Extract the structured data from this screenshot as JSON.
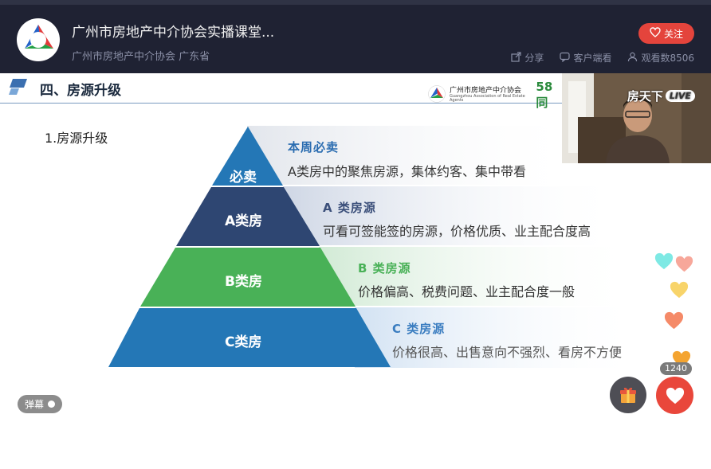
{
  "header": {
    "title": "广州市房地产中介协会实播课堂...",
    "subtitle": "广州市房地产中介协会 广东省",
    "follow_label": "关注",
    "share_label": "分享",
    "service_label": "客户端看",
    "viewers_label": "观看数8506"
  },
  "slide": {
    "title": "四、房源升级",
    "brand_name": "广州市房地产中介协会",
    "brand_sub": "Guangzhou Association of Real Estate Agents",
    "brand_58": "58同",
    "section": "1.房源升级",
    "levels": [
      {
        "label": "必卖",
        "heading": "本周必卖",
        "body": "A类房中的聚焦房源，集体约客、集中带看",
        "color": "#2477b6",
        "head_color": "#2a6cb0"
      },
      {
        "label": "A类房",
        "heading": "A 类房源",
        "body": "可看可签能签的房源，价格优质、业主配合度高",
        "color": "#2e4672",
        "head_color": "#3b4f7a"
      },
      {
        "label": "B类房",
        "heading": "B 类房源",
        "body": "价格偏高、税费问题、业主配合度一般",
        "color": "#49b157",
        "head_color": "#49b157"
      },
      {
        "label": "C类房",
        "heading": "C 类房源",
        "body": "价格很高、出售意向不强烈、看房不方便",
        "color": "#2477b6",
        "head_color": "#3a7dc0"
      }
    ]
  },
  "pip": {
    "brand": "房天下",
    "live": "LIVE"
  },
  "controls": {
    "danmu_label": "弹幕",
    "like_count": "1240"
  }
}
